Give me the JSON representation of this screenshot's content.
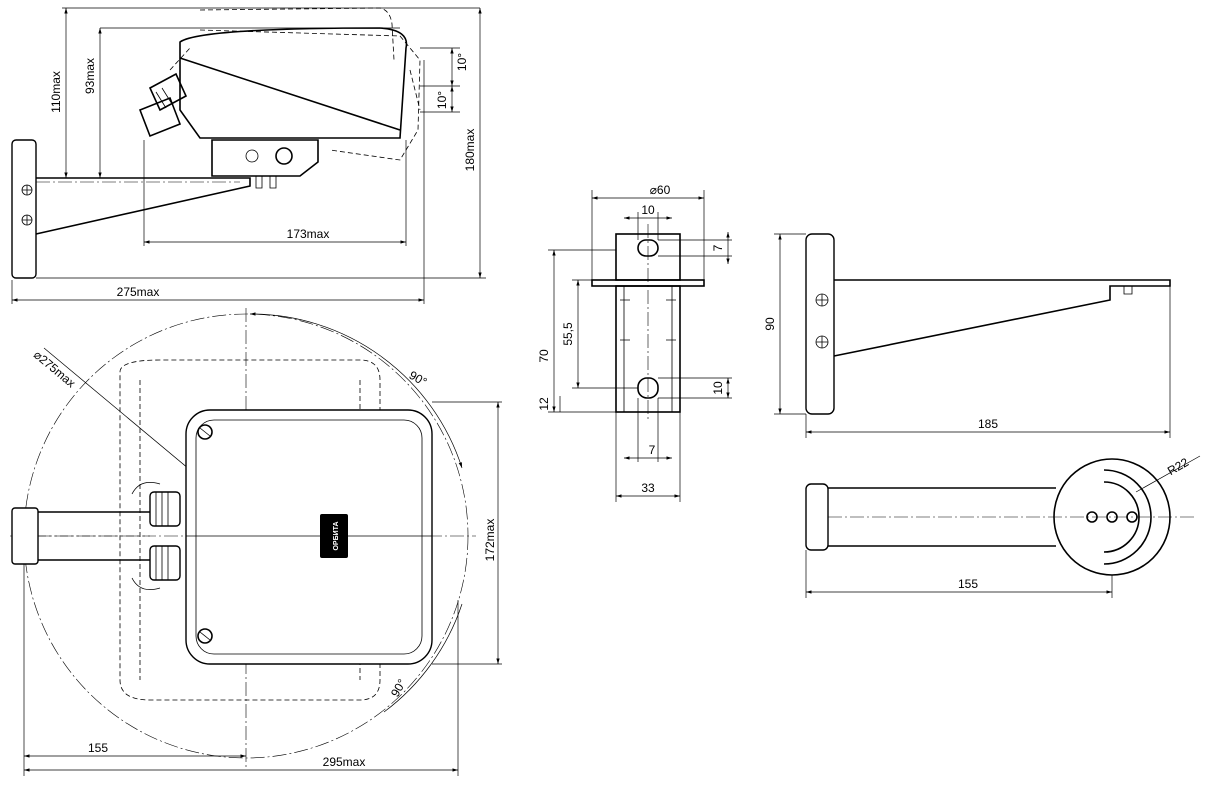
{
  "dimensions": {
    "side_view": {
      "height_total": "110max",
      "height_body": "93max",
      "tilt_up": "10°",
      "tilt_down": "10°",
      "height_overall": "180max",
      "length_body": "173max",
      "length_overall": "275max"
    },
    "top_view": {
      "swing_diameter": "⌀275max",
      "angle_top": "90°",
      "angle_bottom": "90°",
      "width": "172max",
      "pivot_distance": "155",
      "length_overall": "295max",
      "housing_brand": "ОРБИТА"
    },
    "bracket_front": {
      "pipe_diameter": "⌀60",
      "slot_width_top": "10",
      "slot_height_top": "7",
      "total_height": "70",
      "hole_spacing": "55,5",
      "bottom_margin": "12",
      "slot_width_bottom": "10",
      "slot_gap": "7",
      "base_width": "33"
    },
    "bracket_side": {
      "plate_height": "90",
      "arm_length": "185"
    },
    "bracket_top": {
      "arc_radius": "R22",
      "arm_length": "155"
    }
  }
}
